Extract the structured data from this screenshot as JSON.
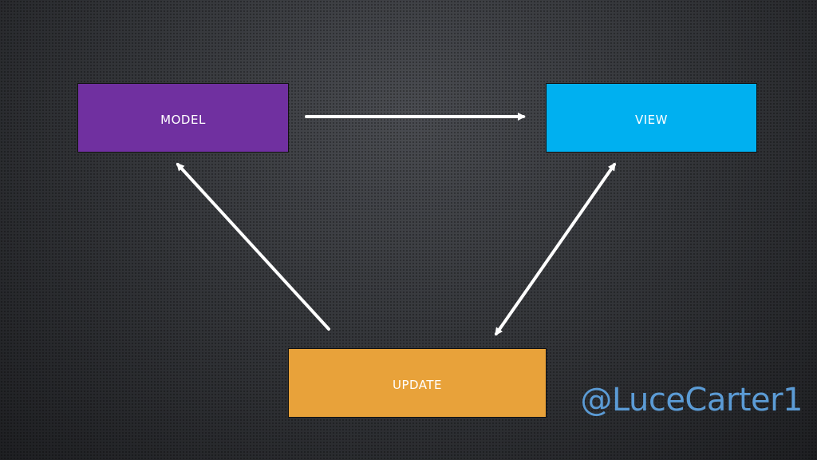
{
  "diagram": {
    "nodes": {
      "model": {
        "label": "MODEL",
        "color": "#7030a0"
      },
      "view": {
        "label": "VIEW",
        "color": "#00b0f0"
      },
      "update": {
        "label": "UPDATE",
        "color": "#e8a23a"
      }
    },
    "edges": [
      {
        "from": "model",
        "to": "view",
        "direction": "one-way"
      },
      {
        "from": "view",
        "to": "update",
        "direction": "two-way"
      },
      {
        "from": "update",
        "to": "model",
        "direction": "one-way"
      }
    ],
    "arrow_color": "#ffffff"
  },
  "footer": {
    "handle": "@LuceCarter1",
    "handle_color": "#5b9bd5"
  }
}
